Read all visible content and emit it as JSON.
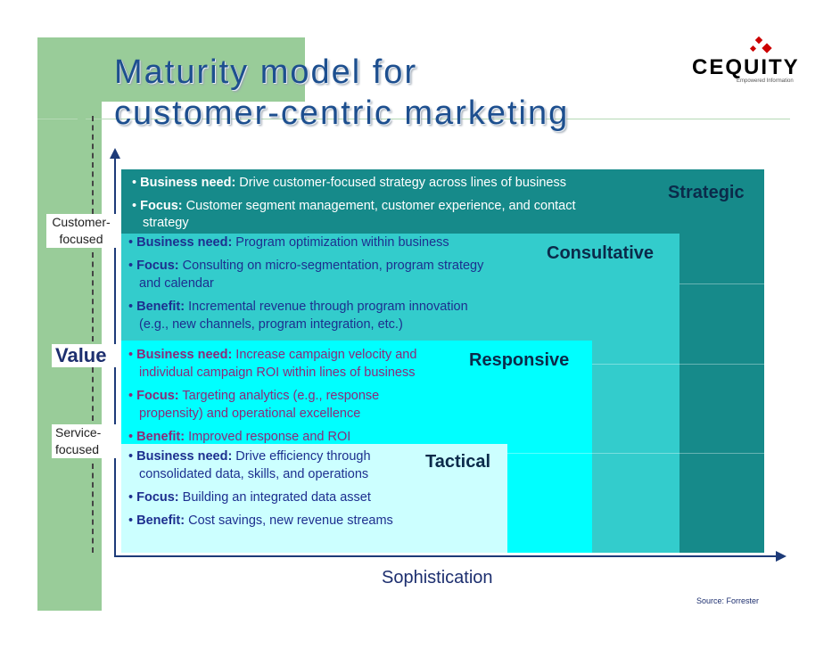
{
  "title": {
    "line1": "Maturity model for",
    "line2": "customer-centric marketing"
  },
  "logo": {
    "text": "CEQUITY",
    "tagline": "Empowered Information"
  },
  "y_axis": {
    "label": "Value",
    "top_label": "Customer-\nfocused",
    "bottom_label": "Service-\nfocused"
  },
  "x_axis": {
    "label": "Sophistication"
  },
  "source": "Source: Forrester",
  "colors": {
    "strategic": "#168a8a",
    "consultative": "#33cccc",
    "responsive": "#00ffff",
    "tactical": "#ccffff",
    "sidebar": "#99cc99",
    "title": "#1d4f8f"
  },
  "levels": [
    {
      "name": "Strategic",
      "lines": [
        {
          "key": "Business need:",
          "text": " Drive customer-focused strategy across lines of business"
        },
        {
          "key": "Focus:",
          "text": " Customer segment management, customer experience, and contact"
        },
        {
          "key": "",
          "text": "strategy"
        }
      ]
    },
    {
      "name": "Consultative",
      "lines": [
        {
          "key": "Business need:",
          "text": " Program optimization within business"
        },
        {
          "key": "Focus:",
          "text": " Consulting on micro-segmentation, program strategy"
        },
        {
          "key": "",
          "text": "and calendar"
        },
        {
          "key": "Benefit:",
          "text": " Incremental revenue through program innovation"
        },
        {
          "key": "",
          "text": "(e.g., new channels, program integration, etc.)"
        }
      ]
    },
    {
      "name": "Responsive",
      "lines": [
        {
          "key": "Business need:",
          "text": " Increase campaign velocity and"
        },
        {
          "key": "",
          "text": "individual campaign ROI within lines of business"
        },
        {
          "key": "Focus:",
          "text": " Targeting analytics (e.g., response"
        },
        {
          "key": "",
          "text": "propensity) and operational excellence"
        },
        {
          "key": "Benefit:",
          "text": " Improved response and ROI"
        }
      ]
    },
    {
      "name": "Tactical",
      "lines": [
        {
          "key": "Business need:",
          "text": " Drive efficiency through"
        },
        {
          "key": "",
          "text": "consolidated data, skills, and operations"
        },
        {
          "key": "Focus:",
          "text": " Building an integrated data asset"
        },
        {
          "key": "Benefit:",
          "text": " Cost savings, new revenue streams"
        }
      ]
    }
  ]
}
